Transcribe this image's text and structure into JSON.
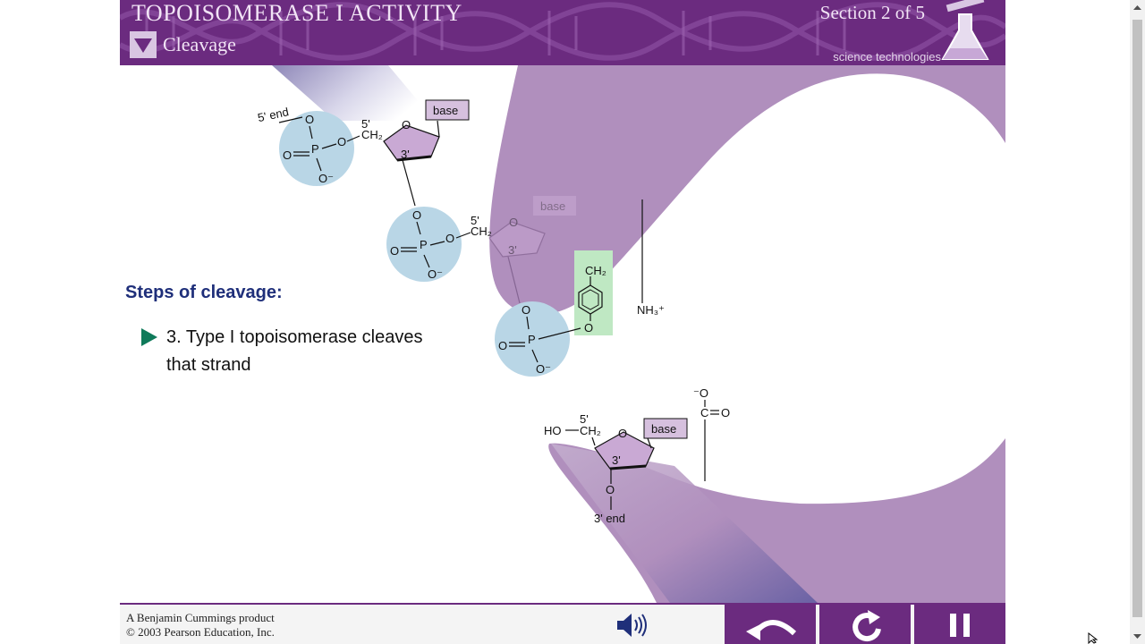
{
  "header": {
    "title": "TOPOISOMERASE I ACTIVITY",
    "section": "Section 2 of 5",
    "subtitle": "Cleavage",
    "brand": "science technologies"
  },
  "content": {
    "steps_heading": "Steps of cleavage:",
    "step_text": "3. Type I topoisomerase cleaves that strand"
  },
  "diagram": {
    "five_end": "5' end",
    "five_prime": "5'",
    "three_prime": "3'",
    "three_end": "3' end",
    "base": "base",
    "ch2": "CH₂",
    "nh3": "NH₃⁺",
    "ho": "HO",
    "o": "O",
    "o_minus": "O⁻",
    "p": "P",
    "carboxyl_c": "C",
    "minus_o": "⁻O"
  },
  "footer": {
    "credit_line1": "A Benjamin Cummings product",
    "credit_line2": "© 2003 Pearson Education, Inc."
  },
  "colors": {
    "header_purple": "#6b2b7f",
    "enzyme_purple": "#b08fbd",
    "phosphate_blue": "#b9d6e6",
    "tyrosine_green": "#bfe8c3",
    "heading_blue": "#1f2f7a",
    "arrow_green": "#0f7a5a"
  },
  "icons": {
    "dropdown": "triangle-down-icon",
    "flask": "flask-icon",
    "sound": "speaker-icon",
    "back": "curved-back-arrow-icon",
    "replay": "replay-icon",
    "pause": "pause-icon"
  }
}
